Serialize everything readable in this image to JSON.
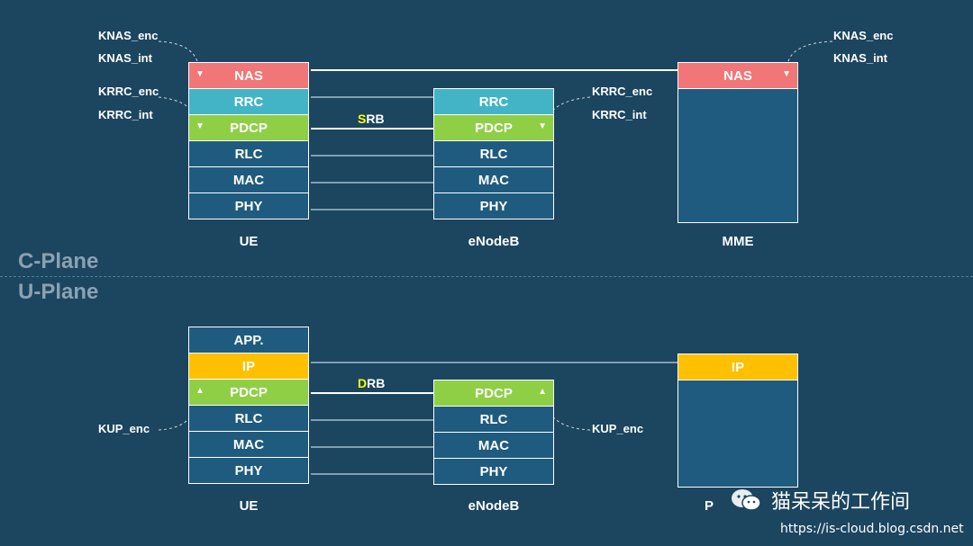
{
  "control_plane": {
    "label": "C-Plane",
    "ue": {
      "name": "UE",
      "layers": [
        "NAS",
        "RRC",
        "PDCP",
        "RLC",
        "MAC",
        "PHY"
      ]
    },
    "enodeb": {
      "name": "eNodeB",
      "layers": [
        "RRC",
        "PDCP",
        "RLC",
        "MAC",
        "PHY"
      ]
    },
    "mme": {
      "name": "MME",
      "layers": [
        "NAS"
      ]
    },
    "bearer": {
      "highlight": "S",
      "rest": "RB"
    },
    "keys": {
      "ue_nas_enc": "KNAS_enc",
      "ue_nas_int": "KNAS_int",
      "ue_rrc_enc": "KRRC_enc",
      "ue_rrc_int": "KRRC_int",
      "enb_rrc_enc": "KRRC_enc",
      "enb_rrc_int": "KRRC_int",
      "mme_nas_enc": "KNAS_enc",
      "mme_nas_int": "KNAS_int"
    }
  },
  "user_plane": {
    "label": "U-Plane",
    "ue": {
      "name": "UE",
      "layers": [
        "APP.",
        "IP",
        "PDCP",
        "RLC",
        "MAC",
        "PHY"
      ]
    },
    "enodeb": {
      "name": "eNodeB",
      "layers": [
        "PDCP",
        "RLC",
        "MAC",
        "PHY"
      ]
    },
    "gw": {
      "name": "P",
      "layers": [
        "IP"
      ]
    },
    "bearer": {
      "highlight": "D",
      "rest": "RB"
    },
    "keys": {
      "ue_up_enc": "KUP_enc",
      "enb_up_enc": "KUP_enc"
    }
  },
  "watermark": {
    "text": "猫呆呆的工作间",
    "url": "https://is-cloud.blog.csdn.net"
  },
  "colors": {
    "background": "#1c4560",
    "nas": "#f07678",
    "rrc": "#43b4c6",
    "pdcp": "#8fcf46",
    "ip": "#ffc000",
    "layer": "#1f5b7e",
    "bearer_highlight": "#ffff00"
  }
}
